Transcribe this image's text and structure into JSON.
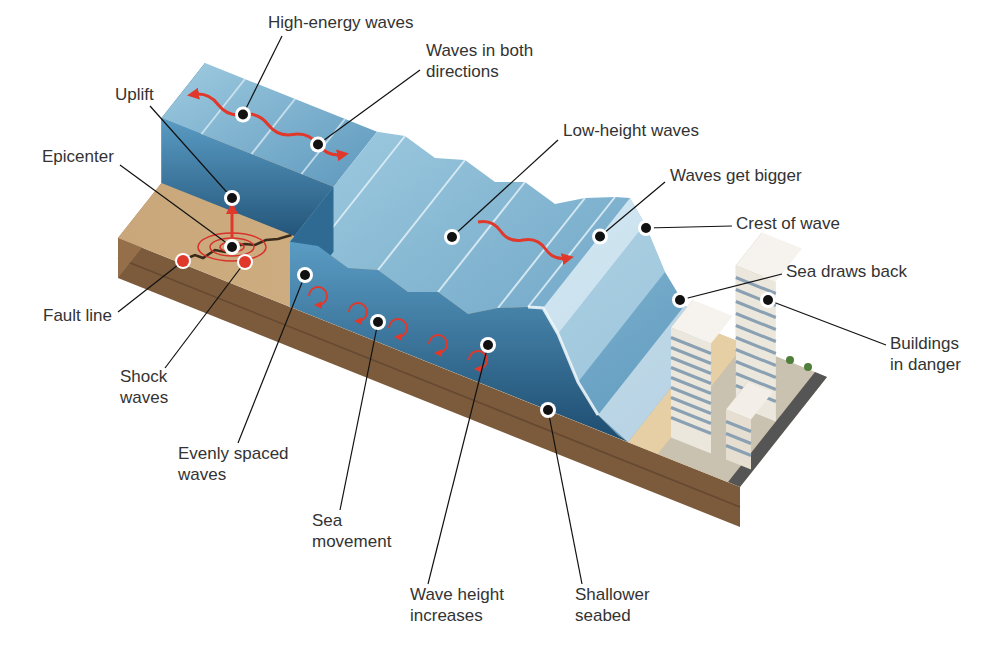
{
  "diagram": {
    "labels": [
      "High-energy waves",
      "Uplift",
      "Waves in both directions",
      "Epicenter",
      "Low-height waves",
      "Waves get bigger",
      "Crest of wave",
      "Sea draws back",
      "Fault line",
      "Buildings in danger",
      "Shock waves",
      "Evenly spaced waves",
      "Sea movement",
      "Wave height increases",
      "Shallower seabed"
    ]
  }
}
